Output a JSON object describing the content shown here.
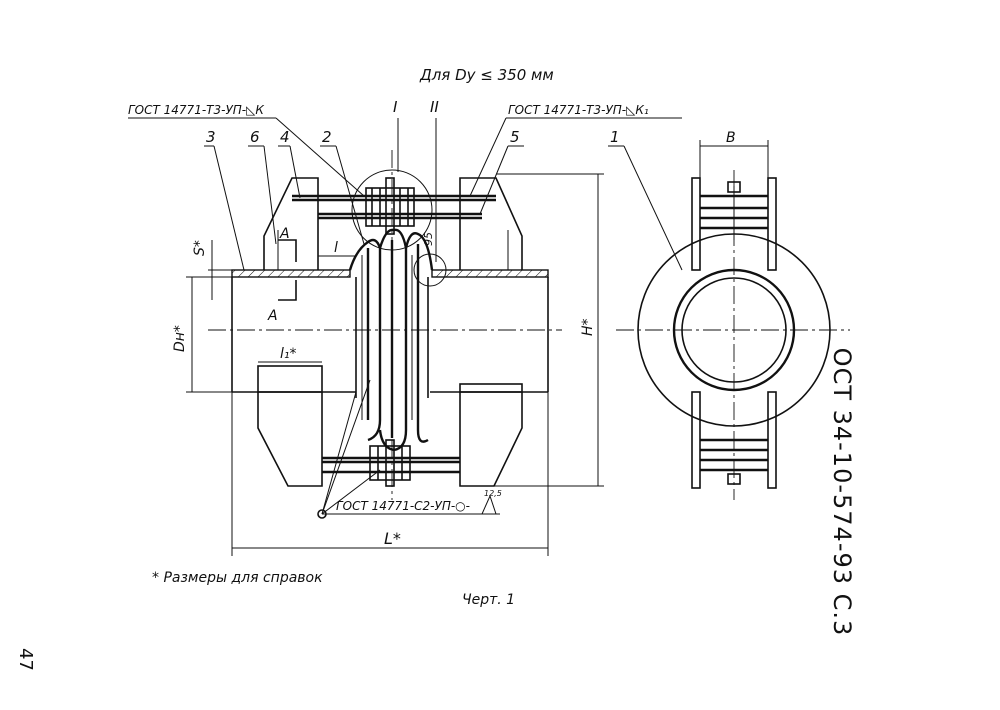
{
  "header": {
    "condition": "Для  Dy ≤ 350 мм"
  },
  "welds": {
    "left": "ГОСТ 14771-Т3-УП-◺К",
    "right": "ГОСТ 14771-Т3-УП-◺К₁",
    "bottom": "ГОСТ 14771-С2-УП-○-",
    "roughness": "12,5"
  },
  "callouts": {
    "c1": "1",
    "c2": "2",
    "c3": "3",
    "c4": "4",
    "c5": "5",
    "c6": "6",
    "detail_1": "I",
    "detail_2": "II"
  },
  "dimensions": {
    "S": "S*",
    "Dn": "Dн*",
    "H": "H*",
    "L": "L*",
    "l": "l",
    "l1": "l₁*",
    "size95": "95",
    "B": "В",
    "section_a": "A"
  },
  "notes": {
    "reference": "* Размеры для справок",
    "figure": "Черт. 1"
  },
  "stamp": {
    "designation": "ОСТ 34-10-574-93  С.3"
  },
  "page": {
    "number": "47"
  }
}
